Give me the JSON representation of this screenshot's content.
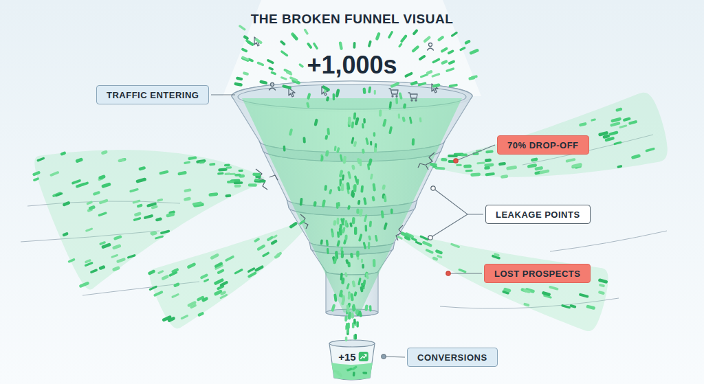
{
  "diagram": {
    "title": "THE BROKEN FUNNEL VISUAL",
    "nodes": [
      {
        "text": [
          "TRAFFIC ENTERING"
        ]
      },
      {
        "text": [
          "70% DROP-OFF"
        ]
      },
      {
        "text": [
          "LEAKAGE POINTS"
        ]
      },
      {
        "text": [
          "LOST PROSPECTS"
        ]
      },
      {
        "text": [
          "CONVERSIONS"
        ]
      }
    ],
    "labels": [
      "+1,000s",
      "+15"
    ]
  }
}
